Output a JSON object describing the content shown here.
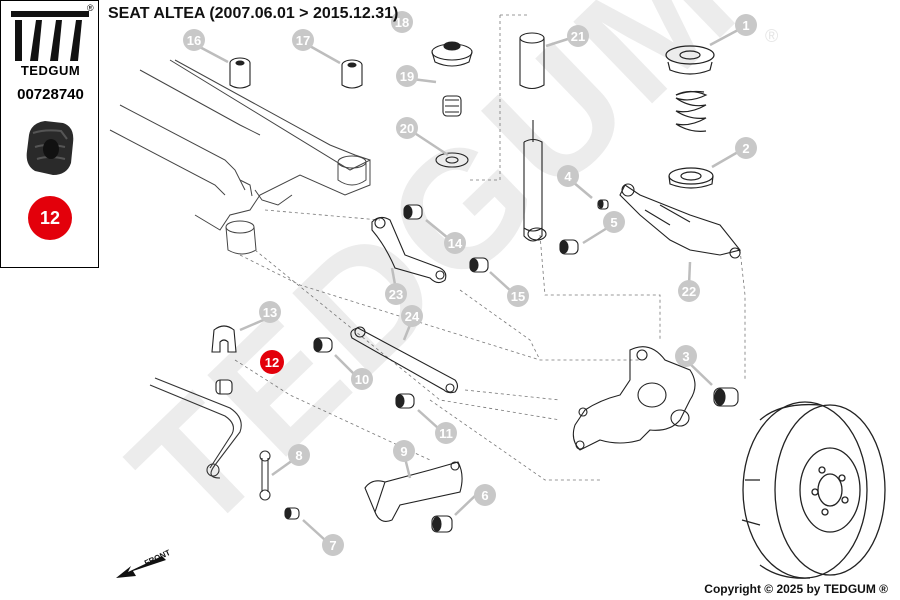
{
  "header": {
    "title": "SEAT ALTEA (2007.06.01 > 2015.12.31)"
  },
  "sidebar": {
    "brand": "TEDGUM",
    "reg_mark": "®",
    "part_number": "00728740",
    "highlight_number": "12"
  },
  "watermark": {
    "text": "TEDGUM",
    "reg": "®"
  },
  "front_label": "FRONT",
  "callouts": [
    "1",
    "2",
    "3",
    "4",
    "5",
    "6",
    "7",
    "8",
    "9",
    "10",
    "11",
    "12",
    "13",
    "14",
    "15",
    "16",
    "17",
    "18",
    "19",
    "20",
    "21",
    "22",
    "23",
    "24"
  ],
  "highlighted_callout": "12",
  "footer": {
    "copyright": "Copyright © 2025 by TEDGUM ®"
  },
  "colors": {
    "accent_red": "#e3000b",
    "callout_grey": "#c8c8c8",
    "line": "#333333"
  }
}
